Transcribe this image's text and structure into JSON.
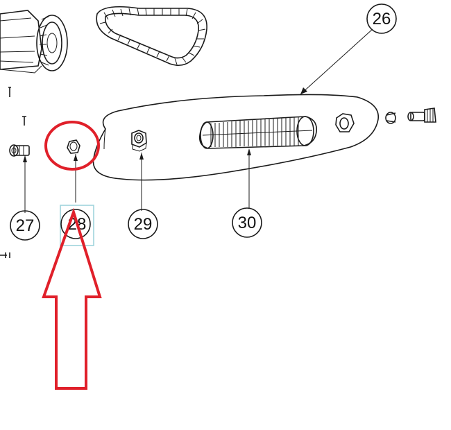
{
  "diagram": {
    "callouts": [
      {
        "id": "26",
        "label": "26"
      },
      {
        "id": "27",
        "label": "27"
      },
      {
        "id": "28",
        "label": "28"
      },
      {
        "id": "29",
        "label": "29"
      },
      {
        "id": "30",
        "label": "30"
      }
    ],
    "highlighted_part": "28",
    "colors": {
      "line": "#1a1a1a",
      "highlight": "#e0202a",
      "selection_box": "#9fd4dc",
      "background": "#ffffff"
    },
    "icons": [
      "wheel-assembly",
      "drive-belt",
      "screw",
      "bushing",
      "hex-nut",
      "brush-roller",
      "end-cap",
      "gear-shaft",
      "highlight-circle",
      "highlight-arrow"
    ]
  }
}
